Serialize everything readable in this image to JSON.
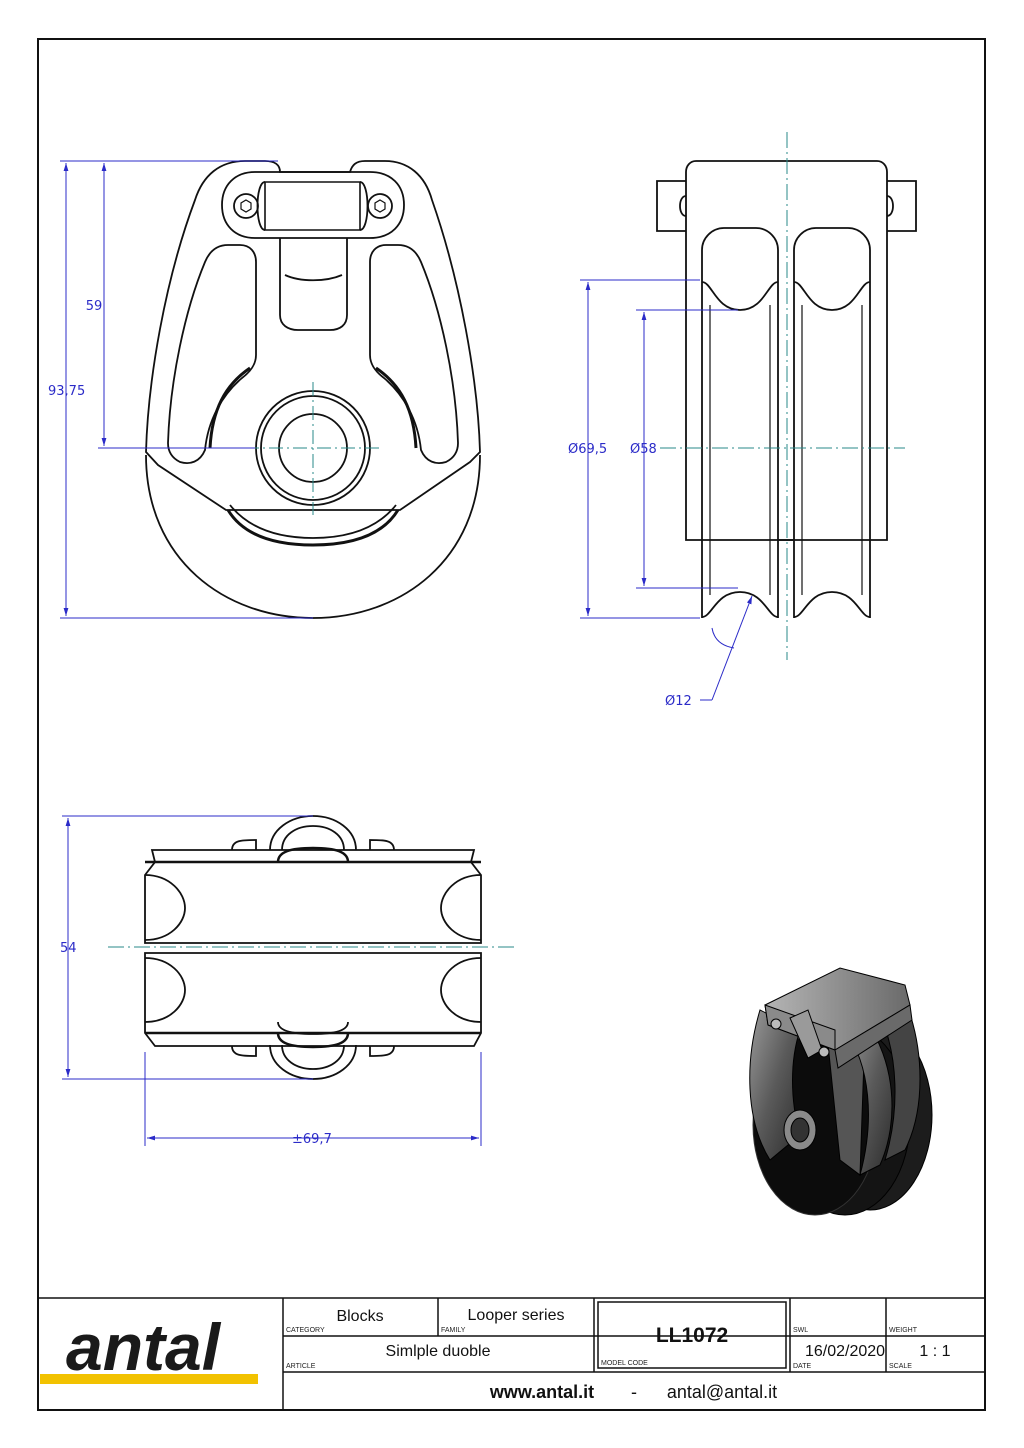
{
  "dimensions": {
    "height_total": "93,75",
    "height_axle": "59",
    "dia_outer": "Ø69,5",
    "dia_inner": "Ø58",
    "dia_rope": "Ø12",
    "height_top": "54",
    "width_top": "±69,7"
  },
  "title_block": {
    "logo_text": "antal",
    "category_label": "CATEGORY",
    "category_value": "Blocks",
    "family_label": "FAMILY",
    "family_value": "Looper series",
    "article_label": "ARTICLE",
    "article_value": "Simlple duoble",
    "model_code_label": "MODEL CODE",
    "model_code_value": "LL1072",
    "swl_label": "SWL",
    "weight_label": "WEIGHT",
    "date_label": "DATE",
    "date_value": "16/02/2020",
    "scale_label": "SCALE",
    "scale_value": "1 : 1",
    "website": "www.antal.it",
    "separator": "-",
    "email": "antal@antal.it"
  },
  "colors": {
    "line": "#111111",
    "dimension": "#2b2bc8",
    "centerline": "#2a8a8a",
    "logo_bar": "#f2c200"
  }
}
